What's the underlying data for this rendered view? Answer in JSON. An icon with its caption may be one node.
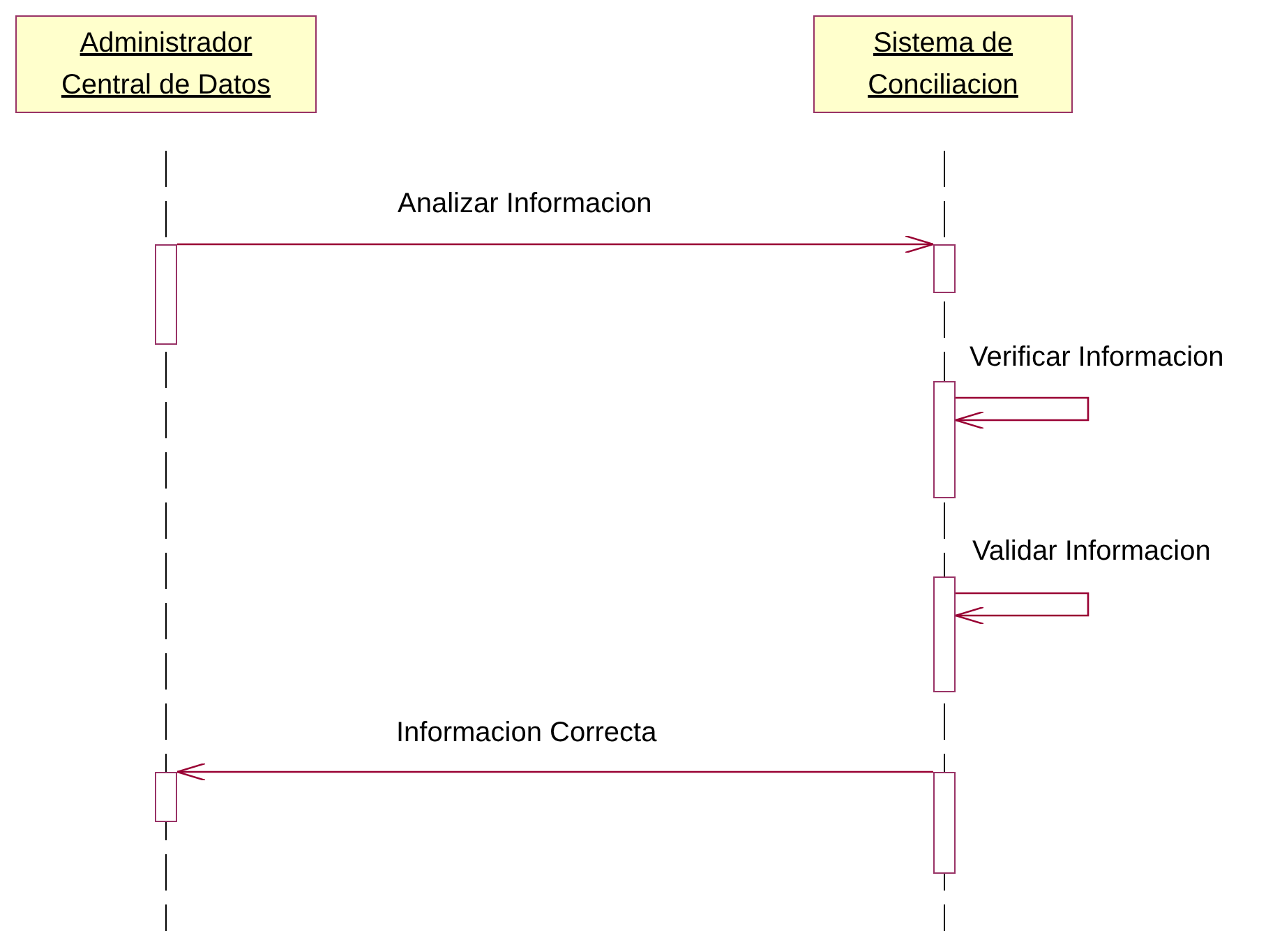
{
  "diagram": {
    "nodes": [
      {
        "text": [
          "Administrador Central de Datos"
        ]
      },
      {
        "text": [
          "Sistema de Conciliacion"
        ]
      },
      {
        "text": [],
        "shape": "bar"
      },
      {
        "text": [],
        "shape": "bar"
      },
      {
        "text": [],
        "shape": "bar"
      },
      {
        "text": [],
        "shape": "bar"
      },
      {
        "text": [],
        "shape": "bar"
      },
      {
        "text": [],
        "shape": "bar"
      }
    ],
    "edges": [
      {
        "from": 2,
        "to": 3,
        "arrow": "to",
        "label": "Analizar Informacion"
      },
      {
        "from": 4,
        "to": 4,
        "arrow": "to",
        "label": "Verificar Informacion"
      },
      {
        "from": 5,
        "to": 5,
        "arrow": "to",
        "label": "Validar Informacion"
      },
      {
        "from": 7,
        "to": 6,
        "arrow": "to",
        "label": "Informacion Correcta"
      }
    ]
  }
}
